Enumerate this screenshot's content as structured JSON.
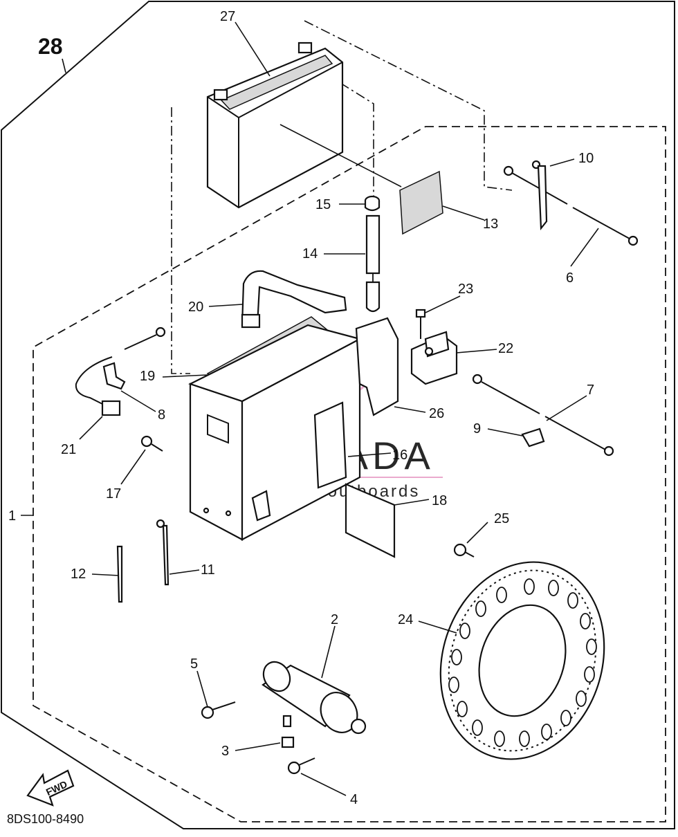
{
  "diagram": {
    "assembly_number": "28",
    "drawing_code": "8DS100-8490",
    "fwd_label": "FWD",
    "callouts": [
      {
        "id": "c27",
        "text": "27"
      },
      {
        "id": "c10",
        "text": "10"
      },
      {
        "id": "c15",
        "text": "15"
      },
      {
        "id": "c13",
        "text": "13"
      },
      {
        "id": "c6",
        "text": "6"
      },
      {
        "id": "c14",
        "text": "14"
      },
      {
        "id": "c23",
        "text": "23"
      },
      {
        "id": "c20",
        "text": "20"
      },
      {
        "id": "c22",
        "text": "22"
      },
      {
        "id": "c19",
        "text": "19"
      },
      {
        "id": "c7",
        "text": "7"
      },
      {
        "id": "c8",
        "text": "8"
      },
      {
        "id": "c26",
        "text": "26"
      },
      {
        "id": "c9",
        "text": "9"
      },
      {
        "id": "c21",
        "text": "21"
      },
      {
        "id": "c16",
        "text": "16"
      },
      {
        "id": "c17",
        "text": "17"
      },
      {
        "id": "c18",
        "text": "18"
      },
      {
        "id": "c1",
        "text": "1"
      },
      {
        "id": "c25",
        "text": "25"
      },
      {
        "id": "c12",
        "text": "12"
      },
      {
        "id": "c11",
        "text": "11"
      },
      {
        "id": "c2",
        "text": "2"
      },
      {
        "id": "c24",
        "text": "24"
      },
      {
        "id": "c5",
        "text": "5"
      },
      {
        "id": "c3",
        "text": "3"
      },
      {
        "id": "c4",
        "text": "4"
      }
    ]
  },
  "watermark": {
    "brand": "ARMADA",
    "tagline": "marine outboards",
    "color": "#e8a0c8",
    "dot_color": "#e080b8"
  }
}
